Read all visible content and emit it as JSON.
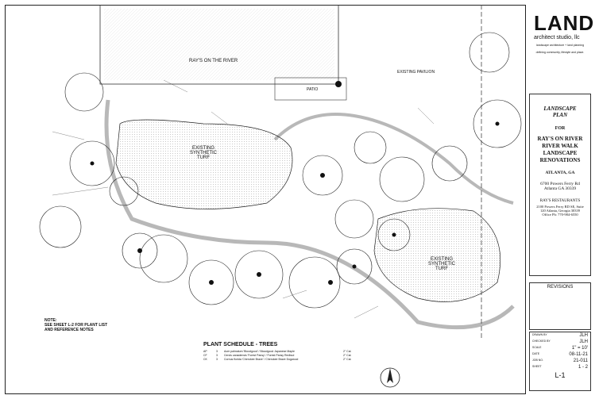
{
  "plan": {
    "building_label": "RAY'S ON THE RIVER",
    "patio_label": "PATIO",
    "pavilion_label": "EXISTING PAVILION",
    "turf_label_1": "EXISTING SYNTHETIC TURF",
    "turf_label_2": "EXISTING SYNTHETIC TURF",
    "note": "NOTE:\nSEE SHEET L-2 FOR PLANT LIST\nAND REFERENCE NOTES",
    "schedule_title": "PLANT SCHEDULE - TREES",
    "schedule_rows": [
      {
        "code": "AP",
        "qty": "3",
        "name": "Acer palmatum 'Bloodgood' / Bloodgood Japanese Maple",
        "size": "2\" Cal."
      },
      {
        "code": "CF",
        "qty": "3",
        "name": "Cercis canadensis 'Forest Pansy' / Forest Pansy Redbud",
        "size": "2\" Cal."
      },
      {
        "code": "CK",
        "qty": "3",
        "name": "Cornus florida 'Cherokee Brave' / Cherokee Brave Dogwood",
        "size": "2\" Cal."
      }
    ]
  },
  "titleblock": {
    "logo": "LAND",
    "logo_sub": "architect studio, llc",
    "tagline": "landscape architecture + land planning",
    "tagline2": "defining community, lifestyle and place.",
    "sheet_title": "LANDSCAPE PLAN",
    "for": "FOR",
    "project": "RAY'S ON RIVER RIVER WALK LANDSCAPE RENOVATIONS",
    "city": "ATLANTA, GA",
    "address1": "6700 Powers Ferry Rd",
    "address2": "Atlanta GA 30339",
    "client_name": "RAY'S RESTAURANTS",
    "client_addr": "2100 Powers Ferry RD SE, Suite 120 Atlanta, Georgia 30339 Office Ph: 770-984-6550",
    "revisions": "REVISIONS",
    "drawn_by_label": "DRAWN BY",
    "drawn_by": "JLH",
    "checked_by_label": "CHECKED BY",
    "checked_by": "JLH",
    "scale_label": "SCALE",
    "scale": "1\" = 10'",
    "date_label": "DATE",
    "date": "08-11-21",
    "job_label": "JOB NO.",
    "job": "21-011",
    "sheet_label": "SHEET",
    "sheet_of": "1 - 2",
    "sheet_no": "L-1"
  }
}
